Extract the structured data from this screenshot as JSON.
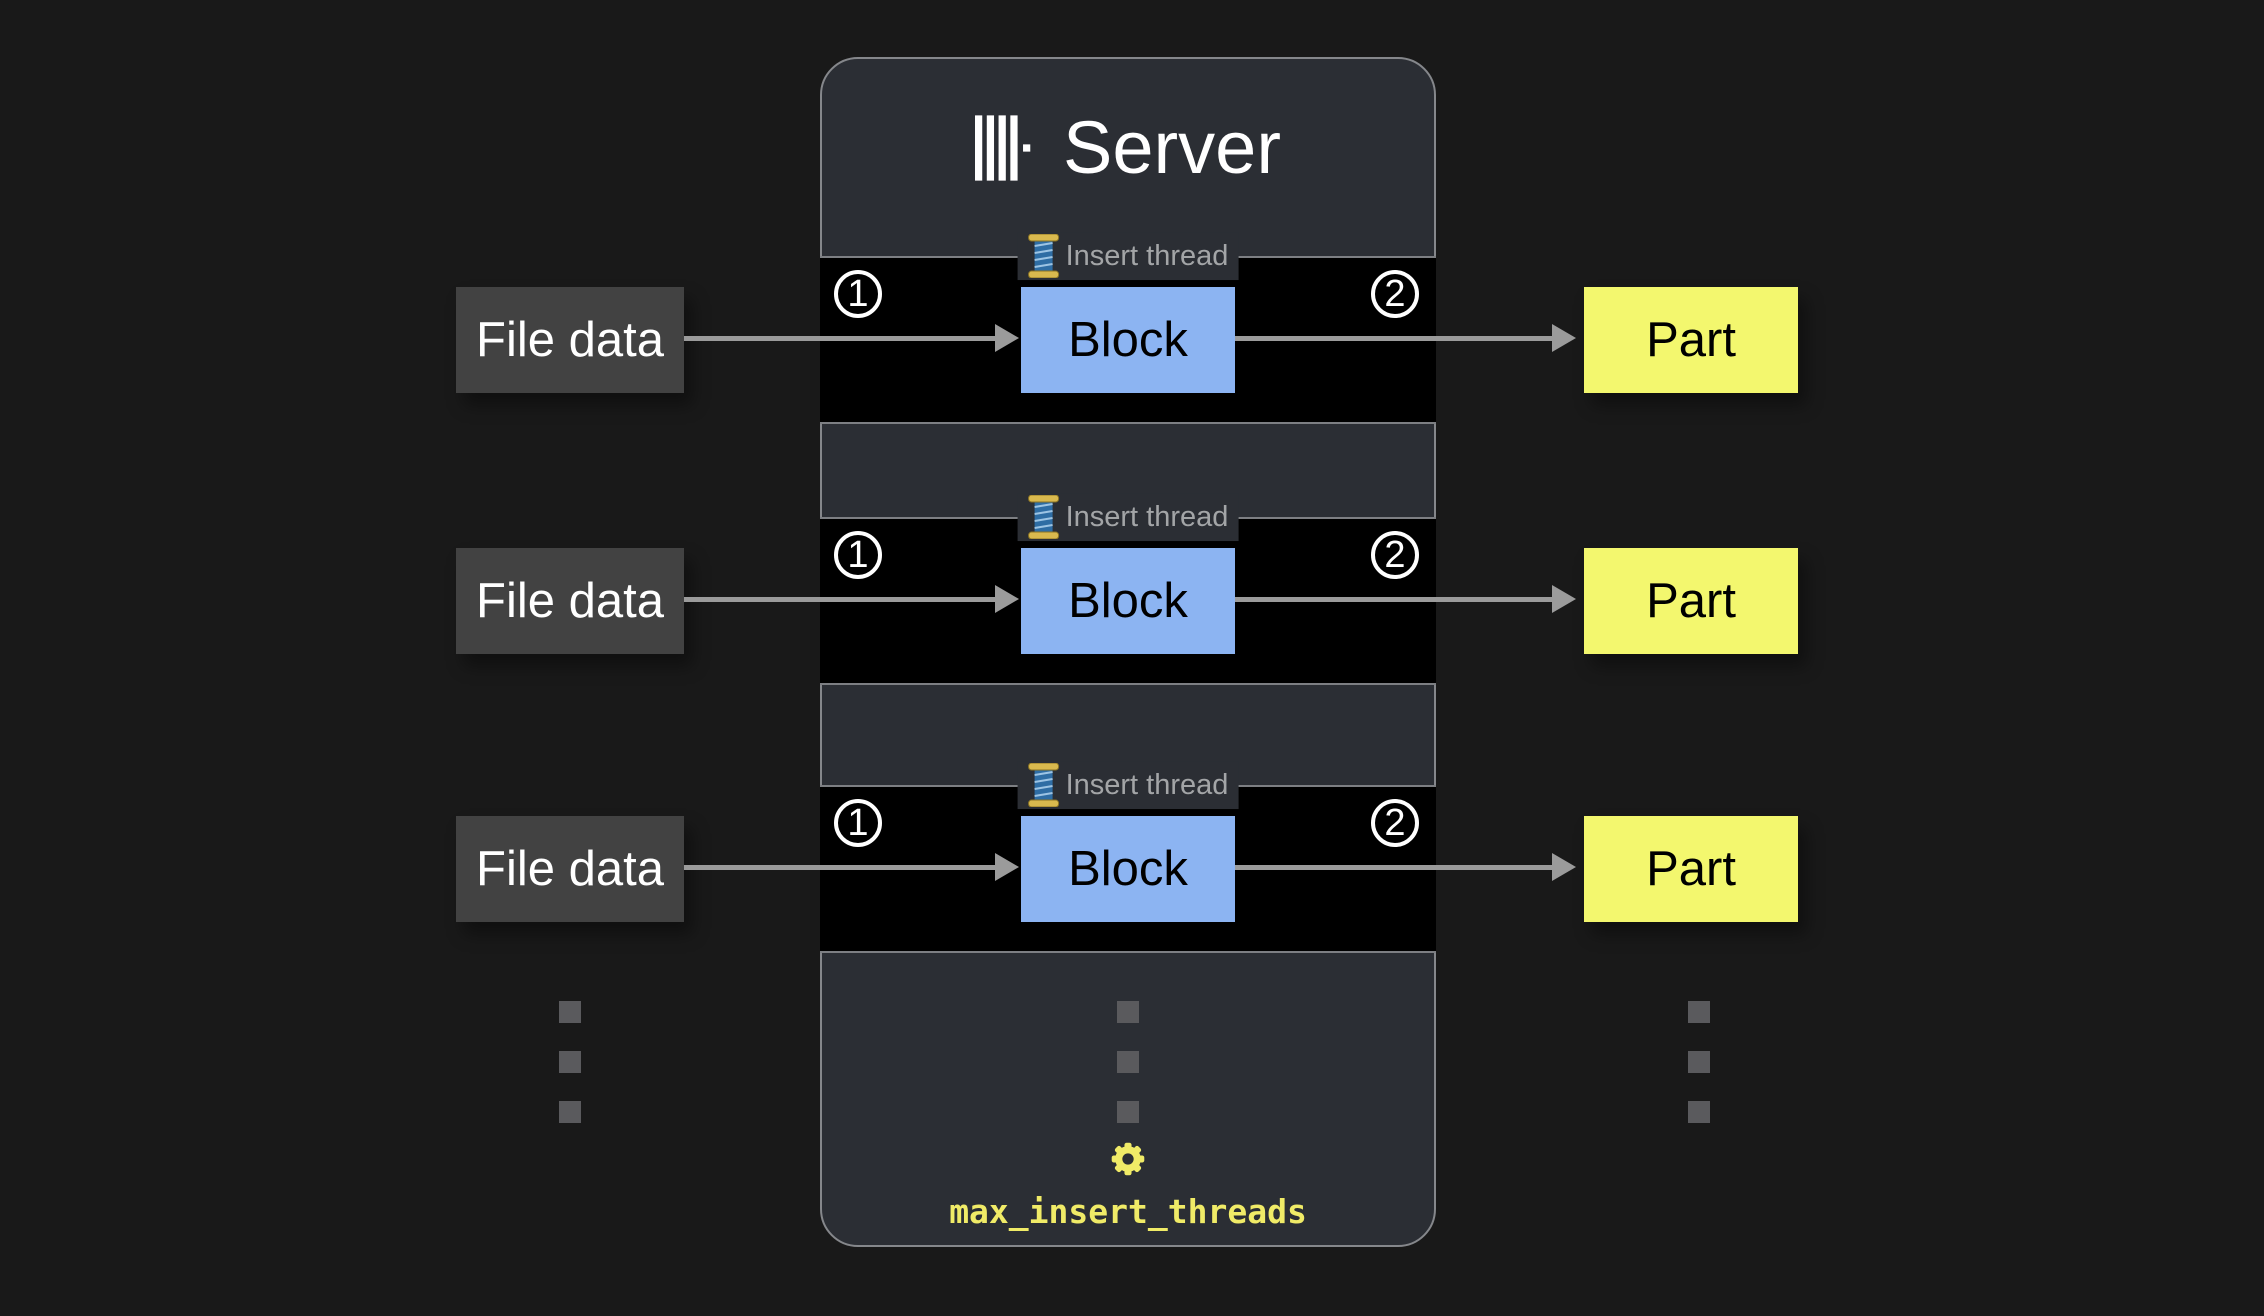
{
  "server": {
    "title": "Server",
    "logo_icon": "clickhouse-bars-logo"
  },
  "rows": [
    {
      "input": "File data",
      "thread_label": "Insert thread",
      "thread_icon": "thread-spool",
      "step_in": "1",
      "block": "Block",
      "step_out": "2",
      "output": "Part"
    },
    {
      "input": "File data",
      "thread_label": "Insert thread",
      "thread_icon": "thread-spool",
      "step_in": "1",
      "block": "Block",
      "step_out": "2",
      "output": "Part"
    },
    {
      "input": "File data",
      "thread_label": "Insert thread",
      "thread_icon": "thread-spool",
      "step_in": "1",
      "block": "Block",
      "step_out": "2",
      "output": "Part"
    }
  ],
  "ellipsis": {
    "columns": 3,
    "dots_per_column": 3
  },
  "setting": {
    "icon": "gear",
    "label": "max_insert_threads"
  },
  "colors": {
    "page_bg": "#191919",
    "panel_bg": "#2b2e34",
    "panel_border": "#85878b",
    "band_border": "#7d7f83",
    "band_bg": "#000000",
    "block_fill": "#8cb4f2",
    "part_fill": "#f3f76e",
    "input_fill": "#424242",
    "arrow": "#9b9b9b",
    "muted_text": "#a3a5a7",
    "accent_yellow": "#f0eb67",
    "dot": "#5a5a5d",
    "white": "#ffffff"
  }
}
